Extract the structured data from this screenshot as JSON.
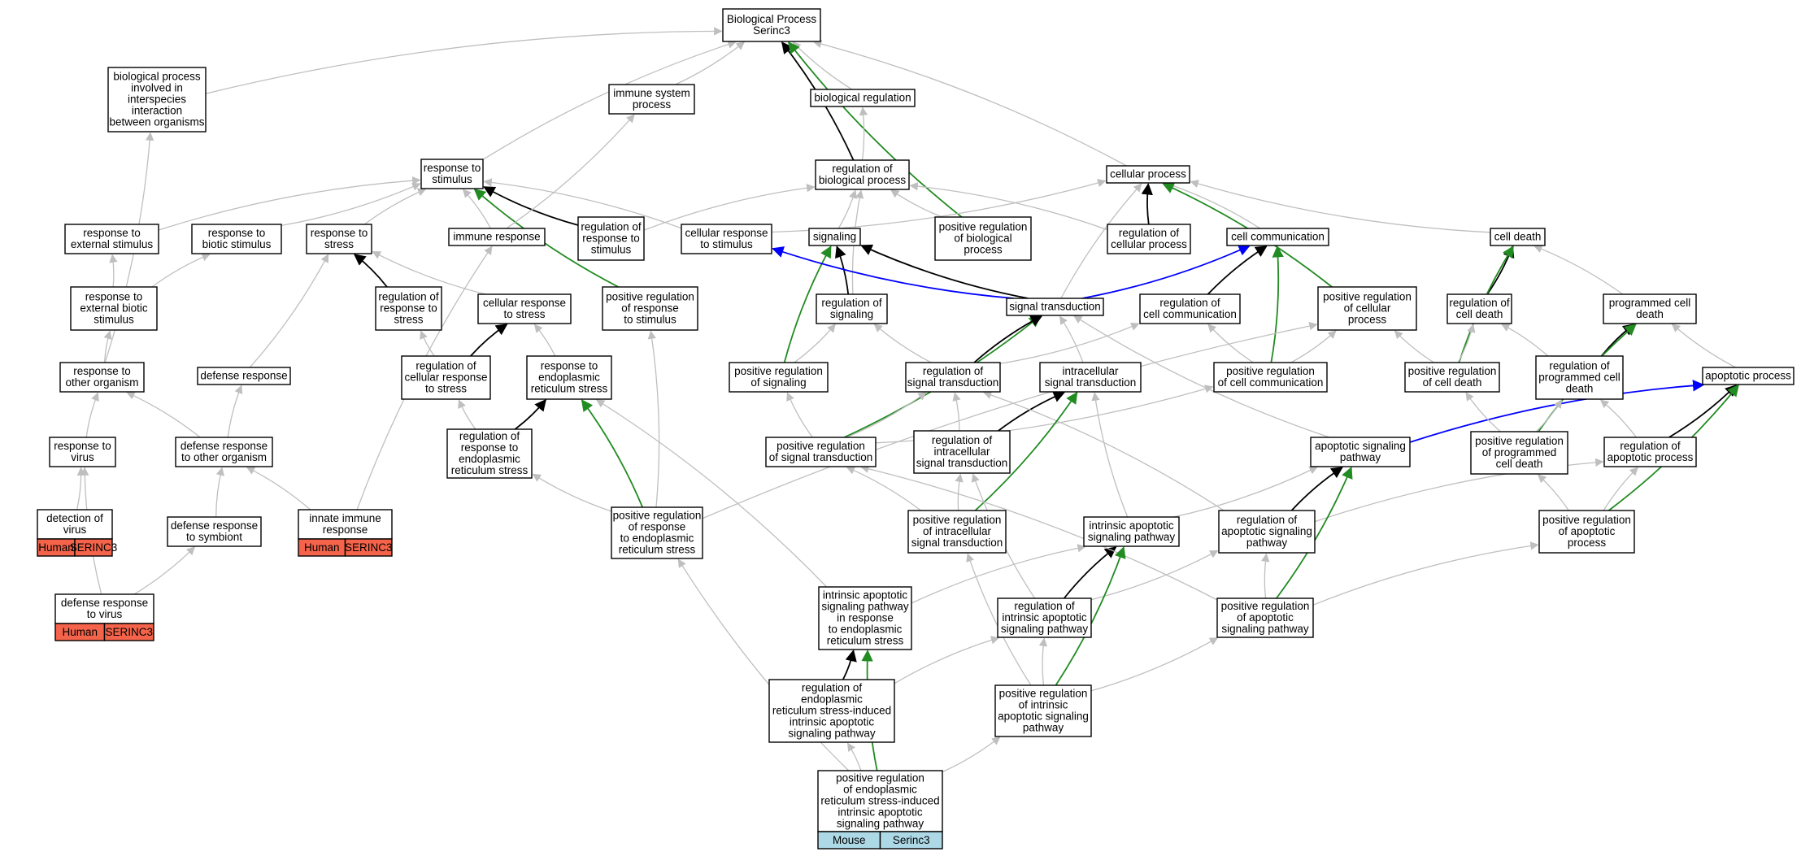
{
  "colors": {
    "is_a": "#bfbfbf",
    "part_of": "#000000",
    "positively_regulates": "#228b22",
    "regulates": "#0000ff",
    "human_annotation": "#f4634a",
    "mouse_annotation": "#add8e6"
  },
  "nodes": [
    {
      "id": "bp",
      "lines": [
        "Biological Process",
        "Serinc3"
      ]
    },
    {
      "id": "bpinter",
      "lines": [
        "biological process",
        "involved in",
        "interspecies",
        "interaction",
        "between organisms"
      ]
    },
    {
      "id": "immsys",
      "lines": [
        "immune system",
        "process"
      ]
    },
    {
      "id": "bioreg",
      "lines": [
        "biological regulation"
      ]
    },
    {
      "id": "regbp",
      "lines": [
        "regulation of",
        "biological process"
      ]
    },
    {
      "id": "cellproc",
      "lines": [
        "cellular process"
      ]
    },
    {
      "id": "respstim",
      "lines": [
        "response to",
        "stimulus"
      ]
    },
    {
      "id": "respext",
      "lines": [
        "response to",
        "external stimulus"
      ]
    },
    {
      "id": "respbiotic",
      "lines": [
        "response to",
        "biotic stimulus"
      ]
    },
    {
      "id": "respstress",
      "lines": [
        "response to",
        "stress"
      ]
    },
    {
      "id": "immresp",
      "lines": [
        "immune response"
      ]
    },
    {
      "id": "regrespstim",
      "lines": [
        "regulation of",
        "response to",
        "stimulus"
      ]
    },
    {
      "id": "cellrespstim",
      "lines": [
        "cellular response",
        "to stimulus"
      ]
    },
    {
      "id": "signaling",
      "lines": [
        "signaling"
      ]
    },
    {
      "id": "posregbp",
      "lines": [
        "positive regulation",
        "of biological",
        "process"
      ]
    },
    {
      "id": "regcellproc",
      "lines": [
        "regulation of",
        "cellular process"
      ]
    },
    {
      "id": "cellcomm",
      "lines": [
        "cell communication"
      ]
    },
    {
      "id": "celldeath",
      "lines": [
        "cell death"
      ]
    },
    {
      "id": "respextbiotic",
      "lines": [
        "response to",
        "external biotic",
        "stimulus"
      ]
    },
    {
      "id": "regrespstress",
      "lines": [
        "regulation of",
        "response to",
        "stress"
      ]
    },
    {
      "id": "cellrespstress",
      "lines": [
        "cellular response",
        "to stress"
      ]
    },
    {
      "id": "posregrespstim",
      "lines": [
        "positive regulation",
        "of response",
        "to stimulus"
      ]
    },
    {
      "id": "regsignaling",
      "lines": [
        "regulation of",
        "signaling"
      ]
    },
    {
      "id": "sigtrans",
      "lines": [
        "signal transduction"
      ]
    },
    {
      "id": "regcellcomm",
      "lines": [
        "regulation of",
        "cell communication"
      ]
    },
    {
      "id": "posregcellproc",
      "lines": [
        "positive regulation",
        "of cellular",
        "process"
      ]
    },
    {
      "id": "regcelldeath",
      "lines": [
        "regulation of",
        "cell death"
      ]
    },
    {
      "id": "pcd",
      "lines": [
        "programmed cell",
        "death"
      ]
    },
    {
      "id": "resporg",
      "lines": [
        "response to",
        "other organism"
      ]
    },
    {
      "id": "defresp",
      "lines": [
        "defense response"
      ]
    },
    {
      "id": "regcellrespstress",
      "lines": [
        "regulation of",
        "cellular response",
        "to stress"
      ]
    },
    {
      "id": "resper",
      "lines": [
        "response to",
        "endoplasmic",
        "reticulum stress"
      ]
    },
    {
      "id": "posregsig",
      "lines": [
        "positive regulation",
        "of signaling"
      ]
    },
    {
      "id": "regsigtrans",
      "lines": [
        "regulation of",
        "signal transduction"
      ]
    },
    {
      "id": "intrasig",
      "lines": [
        "intracellular",
        "signal transduction"
      ]
    },
    {
      "id": "posregcellcomm",
      "lines": [
        "positive regulation",
        "of cell communication"
      ]
    },
    {
      "id": "posregcelldeath",
      "lines": [
        "positive regulation",
        "of cell death"
      ]
    },
    {
      "id": "regpcd",
      "lines": [
        "regulation of",
        "programmed cell",
        "death"
      ]
    },
    {
      "id": "apoproc",
      "lines": [
        "apoptotic process"
      ]
    },
    {
      "id": "respvirus",
      "lines": [
        "response to",
        "virus"
      ]
    },
    {
      "id": "defrespother",
      "lines": [
        "defense response",
        "to other organism"
      ]
    },
    {
      "id": "regresper",
      "lines": [
        "regulation of",
        "response to",
        "endoplasmic",
        "reticulum stress"
      ]
    },
    {
      "id": "posregsigtrans",
      "lines": [
        "positive regulation",
        "of signal transduction"
      ]
    },
    {
      "id": "regintrasig",
      "lines": [
        "regulation of",
        "intracellular",
        "signal transduction"
      ]
    },
    {
      "id": "aposigpath",
      "lines": [
        "apoptotic signaling",
        "pathway"
      ]
    },
    {
      "id": "posregpcd",
      "lines": [
        "positive regulation",
        "of programmed",
        "cell death"
      ]
    },
    {
      "id": "regapoproc",
      "lines": [
        "regulation of",
        "apoptotic process"
      ]
    },
    {
      "id": "detvirus",
      "lines": [
        "detection of",
        "virus"
      ],
      "tags": [
        "Human",
        "SERINC3"
      ]
    },
    {
      "id": "defsymb",
      "lines": [
        "defense response",
        "to symbiont"
      ]
    },
    {
      "id": "innate",
      "lines": [
        "innate immune",
        "response"
      ],
      "tags": [
        "Human",
        "SERINC3"
      ]
    },
    {
      "id": "posregresper",
      "lines": [
        "positive regulation",
        "of response",
        "to endoplasmic",
        "reticulum stress"
      ]
    },
    {
      "id": "posregintrasig",
      "lines": [
        "positive regulation",
        "of intracellular",
        "signal transduction"
      ]
    },
    {
      "id": "intrinsic",
      "lines": [
        "intrinsic apoptotic",
        "signaling pathway"
      ]
    },
    {
      "id": "regaposig",
      "lines": [
        "regulation of",
        "apoptotic signaling",
        "pathway"
      ]
    },
    {
      "id": "posregapoproc",
      "lines": [
        "positive regulation",
        "of apoptotic",
        "process"
      ]
    },
    {
      "id": "defvirus",
      "lines": [
        "defense response",
        "to virus"
      ],
      "tags": [
        "Human",
        "SERINC3"
      ]
    },
    {
      "id": "intrinsicer",
      "lines": [
        "intrinsic apoptotic",
        "signaling pathway",
        "in response",
        "to endoplasmic",
        "reticulum stress"
      ]
    },
    {
      "id": "regintrinsic",
      "lines": [
        "regulation of",
        "intrinsic apoptotic",
        "signaling pathway"
      ]
    },
    {
      "id": "posregaposig",
      "lines": [
        "positive regulation",
        "of apoptotic",
        "signaling pathway"
      ]
    },
    {
      "id": "regerintrinsic",
      "lines": [
        "regulation of",
        "endoplasmic",
        "reticulum stress-induced",
        "intrinsic apoptotic",
        "signaling pathway"
      ]
    },
    {
      "id": "posregintrinsic",
      "lines": [
        "positive regulation",
        "of intrinsic",
        "apoptotic signaling",
        "pathway"
      ]
    },
    {
      "id": "target",
      "lines": [
        "positive regulation",
        "of endoplasmic",
        "reticulum stress-induced",
        "intrinsic apoptotic",
        "signaling pathway"
      ],
      "tags": [
        "Mouse",
        "Serinc3"
      ]
    }
  ],
  "edges": [
    [
      "bpinter",
      "bp",
      "is_a"
    ],
    [
      "immsys",
      "bp",
      "is_a"
    ],
    [
      "bioreg",
      "bp",
      "is_a"
    ],
    [
      "regbp",
      "bp",
      "part_of"
    ],
    [
      "posregbp",
      "bp",
      "positively_regulates"
    ],
    [
      "cellproc",
      "bp",
      "is_a"
    ],
    [
      "respstim",
      "bp",
      "is_a"
    ],
    [
      "regbp",
      "bioreg",
      "is_a"
    ],
    [
      "respext",
      "respstim",
      "is_a"
    ],
    [
      "respbiotic",
      "respstim",
      "is_a"
    ],
    [
      "respstress",
      "respstim",
      "is_a"
    ],
    [
      "immresp",
      "respstim",
      "is_a"
    ],
    [
      "regrespstim",
      "respstim",
      "part_of"
    ],
    [
      "cellrespstim",
      "respstim",
      "is_a"
    ],
    [
      "posregrespstim",
      "respstim",
      "positively_regulates"
    ],
    [
      "immresp",
      "immsys",
      "is_a"
    ],
    [
      "regrespstim",
      "regbp",
      "is_a"
    ],
    [
      "signaling",
      "regbp",
      "is_a"
    ],
    [
      "posregbp",
      "regbp",
      "is_a"
    ],
    [
      "regcellproc",
      "regbp",
      "is_a"
    ],
    [
      "regsignaling",
      "regbp",
      "is_a"
    ],
    [
      "cellrespstim",
      "cellproc",
      "is_a"
    ],
    [
      "regcellproc",
      "cellproc",
      "part_of"
    ],
    [
      "cellcomm",
      "cellproc",
      "is_a"
    ],
    [
      "celldeath",
      "cellproc",
      "is_a"
    ],
    [
      "posregcellproc",
      "cellproc",
      "positively_regulates"
    ],
    [
      "sigtrans",
      "cellproc",
      "is_a"
    ],
    [
      "respextbiotic",
      "respext",
      "is_a"
    ],
    [
      "respextbiotic",
      "respbiotic",
      "is_a"
    ],
    [
      "regrespstress",
      "respstress",
      "part_of"
    ],
    [
      "cellrespstress",
      "respstress",
      "is_a"
    ],
    [
      "defresp",
      "respstress",
      "is_a"
    ],
    [
      "sigtrans",
      "signaling",
      "part_of"
    ],
    [
      "regsignaling",
      "signaling",
      "part_of"
    ],
    [
      "posregsig",
      "signaling",
      "positively_regulates"
    ],
    [
      "sigtrans",
      "cellcomm",
      "regulates"
    ],
    [
      "regcellcomm",
      "cellcomm",
      "part_of"
    ],
    [
      "posregcellcomm",
      "cellcomm",
      "positively_regulates"
    ],
    [
      "sigtrans",
      "cellrespstim",
      "regulates"
    ],
    [
      "regcelldeath",
      "celldeath",
      "part_of"
    ],
    [
      "posregcelldeath",
      "celldeath",
      "positively_regulates"
    ],
    [
      "pcd",
      "celldeath",
      "is_a"
    ],
    [
      "resporg",
      "respextbiotic",
      "is_a"
    ],
    [
      "resporg",
      "bpinter",
      "is_a"
    ],
    [
      "regcellrespstress",
      "cellrespstress",
      "part_of"
    ],
    [
      "resper",
      "cellrespstress",
      "is_a"
    ],
    [
      "regcellrespstress",
      "regrespstress",
      "is_a"
    ],
    [
      "posregsig",
      "regsignaling",
      "is_a"
    ],
    [
      "regsigtrans",
      "regsignaling",
      "is_a"
    ],
    [
      "posregsigtrans",
      "sigtrans",
      "positively_regulates"
    ],
    [
      "regsigtrans",
      "sigtrans",
      "part_of"
    ],
    [
      "intrasig",
      "sigtrans",
      "is_a"
    ],
    [
      "aposigpath",
      "sigtrans",
      "is_a"
    ],
    [
      "regsigtrans",
      "regcellcomm",
      "is_a"
    ],
    [
      "posregcellcomm",
      "regcellcomm",
      "is_a"
    ],
    [
      "posregcellcomm",
      "posregcellproc",
      "is_a"
    ],
    [
      "posregcelldeath",
      "posregcellproc",
      "is_a"
    ],
    [
      "posregcelldeath",
      "regcelldeath",
      "is_a"
    ],
    [
      "regpcd",
      "pcd",
      "part_of"
    ],
    [
      "regpcd",
      "regcelldeath",
      "is_a"
    ],
    [
      "apoproc",
      "pcd",
      "is_a"
    ],
    [
      "regapoproc",
      "apoproc",
      "part_of"
    ],
    [
      "aposigpath",
      "apoproc",
      "regulates"
    ],
    [
      "posregapoproc",
      "apoproc",
      "positively_regulates"
    ],
    [
      "posregpcd",
      "pcd",
      "positively_regulates"
    ],
    [
      "posregpcd",
      "regpcd",
      "is_a"
    ],
    [
      "posregpcd",
      "posregcelldeath",
      "is_a"
    ],
    [
      "regapoproc",
      "regpcd",
      "is_a"
    ],
    [
      "respvirus",
      "resporg",
      "is_a"
    ],
    [
      "defrespother",
      "resporg",
      "is_a"
    ],
    [
      "defrespother",
      "defresp",
      "is_a"
    ],
    [
      "regresper",
      "resper",
      "part_of"
    ],
    [
      "regresper",
      "regcellrespstress",
      "is_a"
    ],
    [
      "posregsigtrans",
      "regsigtrans",
      "is_a"
    ],
    [
      "posregsigtrans",
      "posregsig",
      "is_a"
    ],
    [
      "posregsigtrans",
      "posregcellcomm",
      "is_a"
    ],
    [
      "regintrasig",
      "intrasig",
      "part_of"
    ],
    [
      "regintrasig",
      "regsigtrans",
      "is_a"
    ],
    [
      "regaposig",
      "aposigpath",
      "part_of"
    ],
    [
      "regaposig",
      "regsigtrans",
      "is_a"
    ],
    [
      "regaposig",
      "regapoproc",
      "is_a"
    ],
    [
      "intrinsic",
      "aposigpath",
      "is_a"
    ],
    [
      "intrinsic",
      "intrasig",
      "is_a"
    ],
    [
      "detvirus",
      "respvirus",
      "is_a"
    ],
    [
      "defsymb",
      "defrespother",
      "is_a"
    ],
    [
      "innate",
      "defrespother",
      "is_a"
    ],
    [
      "innate",
      "immresp",
      "is_a"
    ],
    [
      "posregresper",
      "resper",
      "positively_regulates"
    ],
    [
      "posregresper",
      "regresper",
      "is_a"
    ],
    [
      "posregresper",
      "posregrespstim",
      "is_a"
    ],
    [
      "posregresper",
      "posregcellproc",
      "is_a"
    ],
    [
      "posregintrasig",
      "intrasig",
      "positively_regulates"
    ],
    [
      "posregintrasig",
      "regintrasig",
      "is_a"
    ],
    [
      "posregintrasig",
      "posregsigtrans",
      "is_a"
    ],
    [
      "posregapoproc",
      "regapoproc",
      "is_a"
    ],
    [
      "posregapoproc",
      "posregpcd",
      "is_a"
    ],
    [
      "defvirus",
      "respvirus",
      "is_a"
    ],
    [
      "defvirus",
      "defsymb",
      "is_a"
    ],
    [
      "intrinsicer",
      "intrinsic",
      "is_a"
    ],
    [
      "intrinsicer",
      "resper",
      "is_a"
    ],
    [
      "regintrinsic",
      "intrinsic",
      "part_of"
    ],
    [
      "regintrinsic",
      "regaposig",
      "is_a"
    ],
    [
      "regintrinsic",
      "regintrasig",
      "is_a"
    ],
    [
      "posregaposig",
      "aposigpath",
      "positively_regulates"
    ],
    [
      "posregaposig",
      "regaposig",
      "is_a"
    ],
    [
      "posregaposig",
      "posregsigtrans",
      "is_a"
    ],
    [
      "posregaposig",
      "posregapoproc",
      "is_a"
    ],
    [
      "regerintrinsic",
      "intrinsicer",
      "part_of"
    ],
    [
      "regerintrinsic",
      "regintrinsic",
      "is_a"
    ],
    [
      "posregintrinsic",
      "intrinsic",
      "positively_regulates"
    ],
    [
      "posregintrinsic",
      "regintrinsic",
      "is_a"
    ],
    [
      "posregintrinsic",
      "posregaposig",
      "is_a"
    ],
    [
      "posregintrinsic",
      "posregintrasig",
      "is_a"
    ],
    [
      "target",
      "regerintrinsic",
      "is_a"
    ],
    [
      "target",
      "intrinsicer",
      "positively_regulates"
    ],
    [
      "target",
      "posregintrinsic",
      "is_a"
    ],
    [
      "target",
      "posregresper",
      "is_a"
    ]
  ]
}
